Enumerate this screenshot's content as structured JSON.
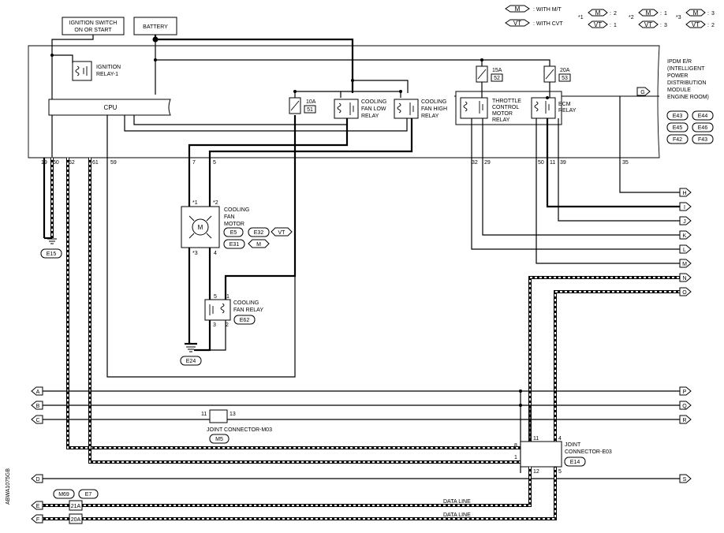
{
  "legend": {
    "m_badge": "M",
    "m_text": ": WITH M/T",
    "vt_badge": "VT",
    "vt_text": ": WITH CVT",
    "star1": "*1",
    "star2": "*2",
    "star3": "*3",
    "s1_m": "2",
    "s1_vt": "1",
    "s2_m": "1",
    "s2_vt": "3",
    "s3_m": "3",
    "s3_vt": "2",
    "colon": ":"
  },
  "labels": {
    "ignition_switch": [
      "IGNITION SWITCH",
      "ON OR START"
    ],
    "battery": "BATTERY",
    "ignition_relay": [
      "IGNITION",
      "RELAY-1"
    ],
    "cpu": "CPU",
    "fuse_51_amp": "10A",
    "fuse_51_no": "51",
    "fuse_52_amp": "15A",
    "fuse_52_no": "52",
    "fuse_53_amp": "20A",
    "fuse_53_no": "53",
    "cooling_low": [
      "COOLING",
      "FAN LOW",
      "RELAY"
    ],
    "cooling_high": [
      "COOLING",
      "FAN HIGH",
      "RELAY"
    ],
    "throttle_relay": [
      "THROTTLE",
      "CONTROL",
      "MOTOR",
      "RELAY"
    ],
    "ecm_relay": [
      "ECM",
      "RELAY"
    ],
    "ipdm": [
      "IPDM E/R",
      "(INTELLIGENT",
      "POWER",
      "DISTRIBUTION",
      "MODULE",
      "ENGINE ROOM)"
    ],
    "ipdm_connectors": [
      "E43",
      "E44",
      "E45",
      "E46",
      "F42",
      "F43"
    ],
    "g_arrow": "G",
    "fan_motor": [
      "COOLING",
      "FAN",
      "MOTOR"
    ],
    "fan_motor_m_symbol": "M",
    "e5": "E5",
    "e32": "E32",
    "e31": "E31",
    "cooling_fan_relay": [
      "COOLING",
      "FAN RELAY"
    ],
    "e62": "E62",
    "e15": "E15",
    "e24": "E24",
    "jc_m03": "JOINT CONNECTOR-M03",
    "m5": "M5",
    "jc_e03": [
      "JOINT",
      "CONNECTOR-E03"
    ],
    "e14": "E14",
    "m69": "M69",
    "e7": "E7",
    "fuse_21a": "21A",
    "fuse_20a": "20A",
    "data_line_1": "DATA LINE",
    "data_line_2": "DATA LINE",
    "side_code": "ABWA1075GB"
  },
  "pins": {
    "ipdm": [
      "19",
      "60",
      "62",
      "61",
      "59",
      "7",
      "5",
      "32",
      "29",
      "50",
      "11",
      "39",
      "35"
    ],
    "motor_s1": "*1",
    "motor_s2": "*2",
    "motor_s3": "*3",
    "motor_4": "4",
    "relay_5": "5",
    "relay_1": "1",
    "relay_3": "3",
    "relay_2": "2",
    "jm_11": "11",
    "jm_13": "13",
    "je_8": "8",
    "je_11": "11",
    "je_4": "4",
    "je_1": "1",
    "je_12": "12",
    "je_5": "5"
  },
  "right_arrows": [
    "H",
    "I",
    "J",
    "K",
    "L",
    "M",
    "N",
    "O",
    "P",
    "Q",
    "R",
    "S"
  ],
  "left_arrows": [
    "A",
    "B",
    "C",
    "D",
    "E",
    "F"
  ]
}
